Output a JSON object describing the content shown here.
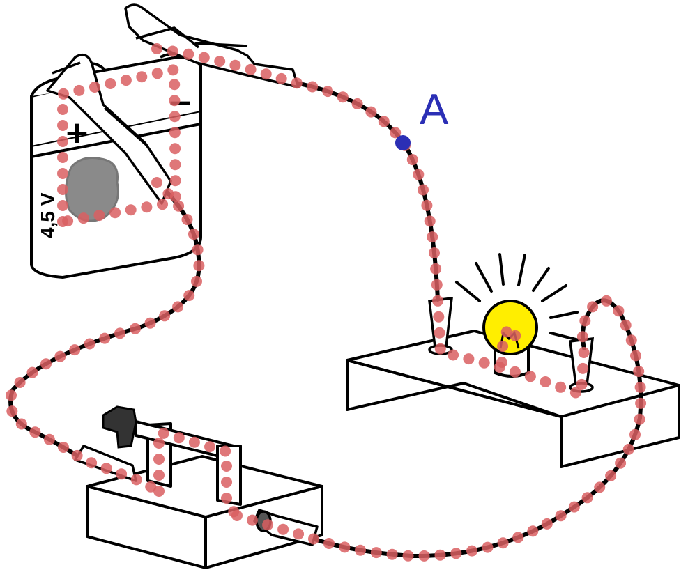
{
  "labels": {
    "point": "A",
    "plus": "+",
    "minus": "−",
    "voltage": "4,5 V"
  },
  "colors": {
    "current_dots": "#d95f62",
    "point_marker": "#2b2fb5",
    "bulb_glow": "#ffee00",
    "outline": "#000000",
    "battery_spot": "#8a8a8a"
  },
  "components": [
    "battery",
    "switch",
    "bulb",
    "wire",
    "crocodile-clip"
  ]
}
